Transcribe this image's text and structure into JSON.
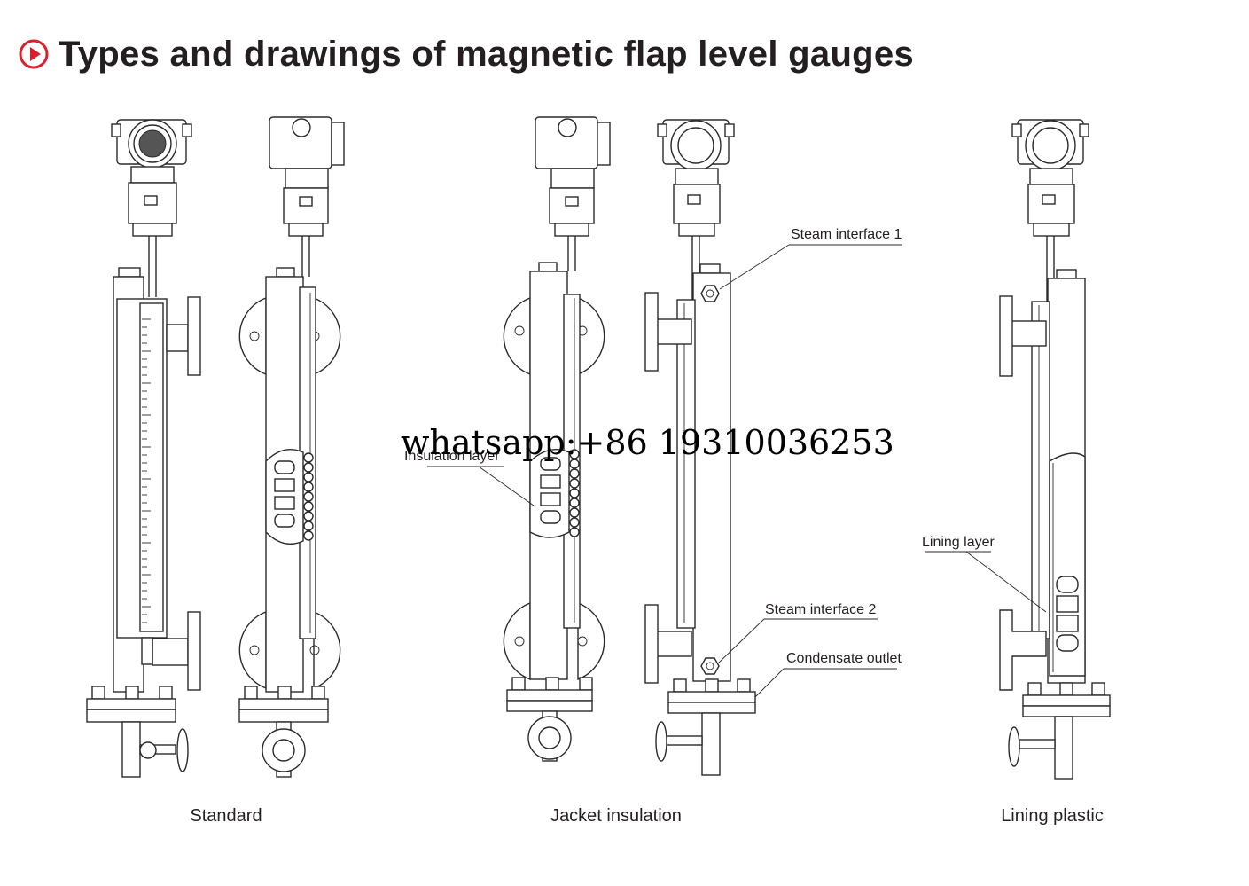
{
  "header": {
    "title": "Types and drawings of magnetic flap level gauges",
    "icon": "play-circle-icon",
    "accent_color": "#d7202a"
  },
  "annotations": {
    "steam_interface_1": "Steam interface 1",
    "steam_interface_2": "Steam interface 2",
    "condensate_outlet": "Condensate outlet",
    "insulation_layer": "Insulation layer",
    "lining_layer": "Lining layer"
  },
  "captions": {
    "standard": "Standard",
    "jacket": "Jacket insulation",
    "lining": "Lining plastic"
  },
  "watermark": "whatsapp:+86 19310036253"
}
